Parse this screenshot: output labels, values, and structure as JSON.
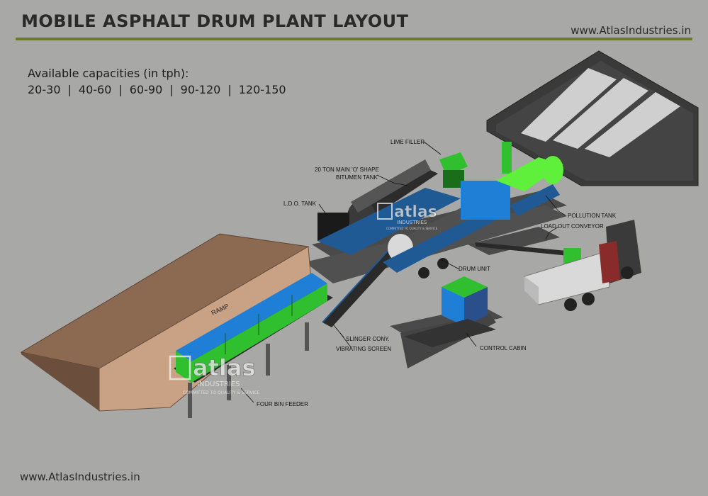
{
  "header": {
    "title": "MOBILE ASPHALT DRUM PLANT LAYOUT",
    "website": "www.AtlasIndustries.in"
  },
  "capacities": {
    "heading": "Available capacities (in tph):",
    "values": [
      "20-30",
      "40-60",
      "60-90",
      "90-120",
      "120-150"
    ],
    "separator": "|"
  },
  "labels": {
    "lime_filler": "LIME FILLER",
    "bitumen_tank_line1": "20 TON MAIN 'O' SHAPE",
    "bitumen_tank_line2": "BITUMEN TANK",
    "ldo_tank": "L.D.O. TANK",
    "pollution_tank": "POLLUTION TANK",
    "load_out_conveyor": "LOAD OUT CONVEYOR",
    "drum_unit": "DRUM UNIT",
    "slinger_conveyor": "SLINGER CONY.",
    "vibrating_screen": "VIBRATING SCREEN",
    "control_cabin": "CONTROL CABIN",
    "four_bin_feeder": "FOUR BIN FEEDER"
  },
  "watermark": {
    "brand": "atlas",
    "subtitle": "INDUSTRIES",
    "tagline": "COMMITTED TO QUALITY & SERVICE"
  },
  "ramp_text": "RAMP",
  "footer": {
    "website": "www.AtlasIndustries.in"
  },
  "colors": {
    "background": "#a8a8a6",
    "accent_rule": "#6d7a2e",
    "bin_green": "#2fbf2f",
    "bin_blue": "#1f7fd6",
    "steel_blue": "#1f5a95",
    "pollution_green": "#5ef03a"
  }
}
